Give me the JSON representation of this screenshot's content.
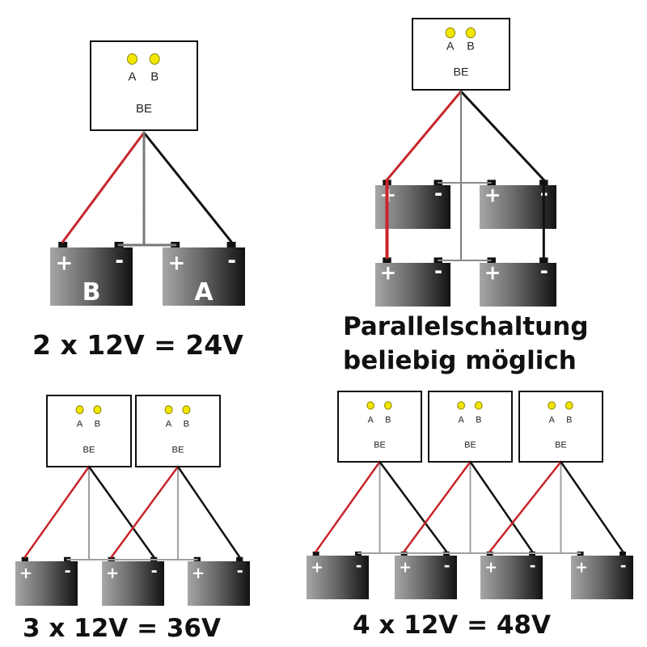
{
  "colors": {
    "positive_wire": "#c8252a",
    "negative_wire": "#111111",
    "neutral_wire": "#a0a0a0",
    "led": "#f2e600",
    "battery_light": "#a8a8a8",
    "battery_dark": "#161616"
  },
  "balancer": {
    "led_a": "A",
    "led_b": "B",
    "name": "BE"
  },
  "battery": {
    "plus": "+",
    "minus": "-"
  },
  "panels": {
    "two": {
      "caption": "2 x 12V = 24V",
      "battery_labels": [
        "B",
        "A"
      ]
    },
    "parallel": {
      "caption_line1": "Parallelschaltung",
      "caption_line2": "beliebig möglich"
    },
    "three": {
      "caption": "3 x 12V = 36V"
    },
    "four": {
      "caption": "4 x 12V = 48V"
    }
  }
}
